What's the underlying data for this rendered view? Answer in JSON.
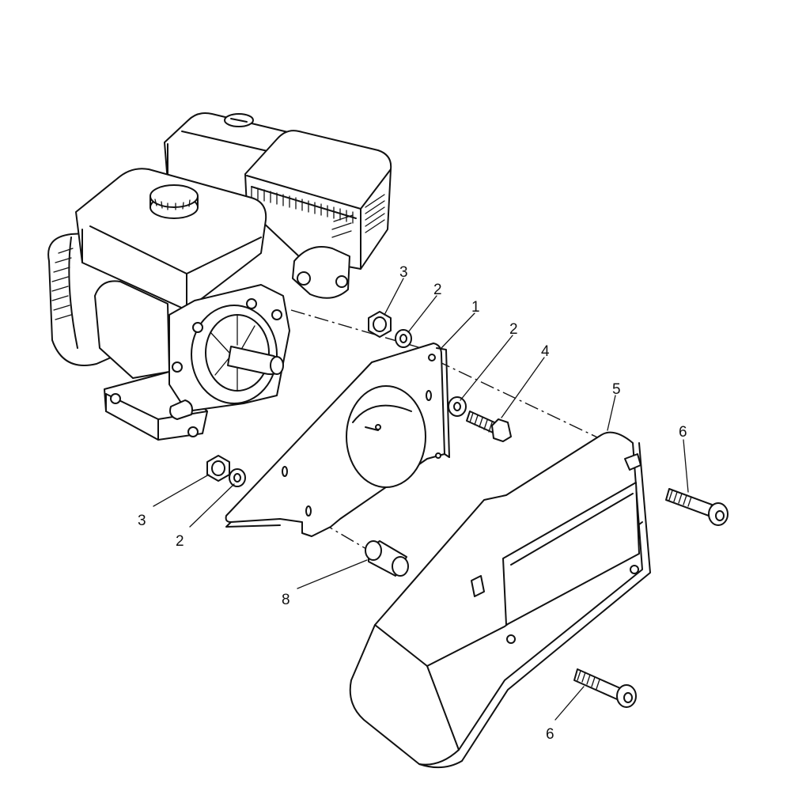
{
  "diagram": {
    "callouts": [
      {
        "id": "c3a",
        "label": "3"
      },
      {
        "id": "c2a",
        "label": "2"
      },
      {
        "id": "c1",
        "label": "1"
      },
      {
        "id": "c2b",
        "label": "2"
      },
      {
        "id": "c4",
        "label": "4"
      },
      {
        "id": "c5",
        "label": "5"
      },
      {
        "id": "c6a",
        "label": "6"
      },
      {
        "id": "c3b",
        "label": "3"
      },
      {
        "id": "c2c",
        "label": "2"
      },
      {
        "id": "c8",
        "label": "8"
      },
      {
        "id": "c6b",
        "label": "6"
      }
    ],
    "parts": [
      {
        "name": "engine"
      },
      {
        "name": "mounting-plate"
      },
      {
        "name": "belt-guard"
      },
      {
        "name": "nut"
      },
      {
        "name": "washer"
      },
      {
        "name": "bolt"
      },
      {
        "name": "spacer"
      }
    ]
  }
}
